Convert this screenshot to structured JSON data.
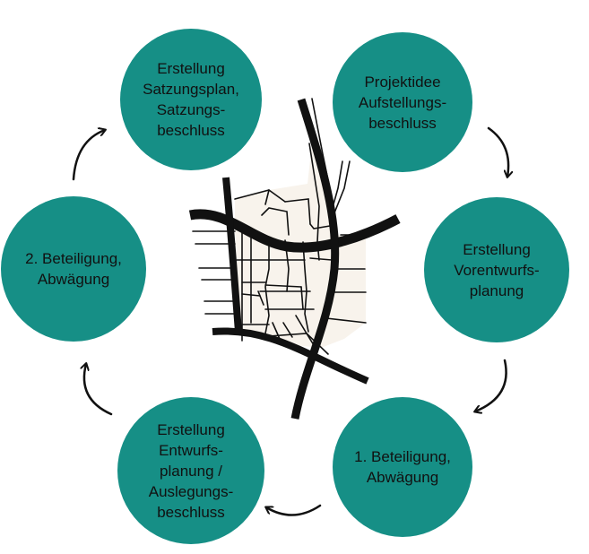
{
  "diagram": {
    "steps": [
      {
        "label": "Projektidee\nAufstellungs-\nbeschluss"
      },
      {
        "label": "Erstellung\nVorentwurfs-\nplanung"
      },
      {
        "label": "1. Beteiligung,\nAbwägung"
      },
      {
        "label": "Erstellung\nEntwurfs-\nplanung /\nAuslegungs-\nbeschluss"
      },
      {
        "label": "2. Beteiligung,\nAbwägung"
      },
      {
        "label": "Erstellung\nSatzungsplan,\nSatzungs-\nbeschluss"
      }
    ],
    "center_icon": "city-street-map-icon",
    "arrow_icon": "curved-arrow-icon"
  },
  "colors": {
    "circle_fill": "#168f86",
    "text": "#111111",
    "map_fill": "#f8f3ec",
    "map_lines": "#111111",
    "background": "#ffffff"
  }
}
